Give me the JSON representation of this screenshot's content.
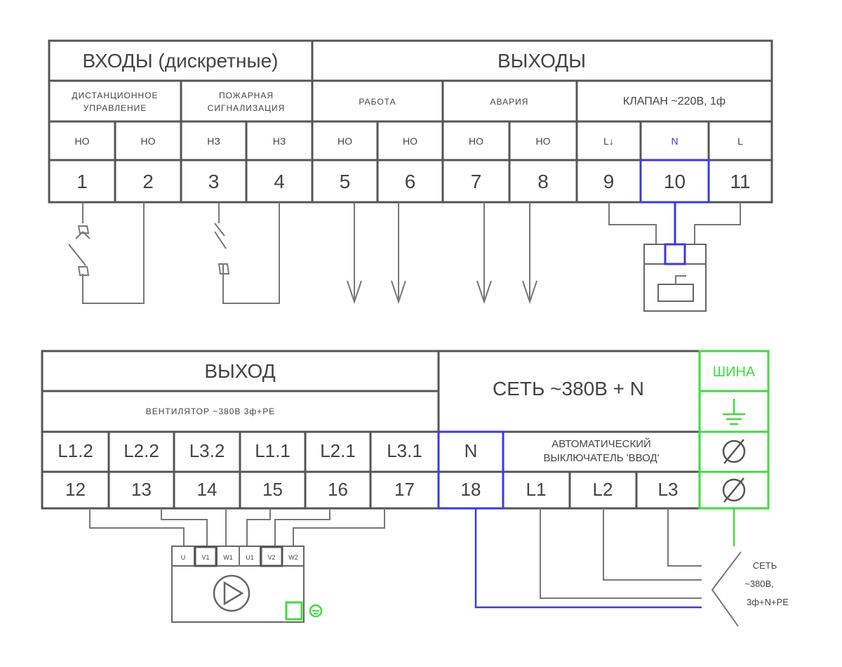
{
  "top": {
    "inputs_header": "ВХОДЫ (дискретные)",
    "outputs_header": "ВЫХОДЫ",
    "groups": [
      "ДИСТАНЦИОННОЕ УПРАВЛЕНИЕ",
      "ПОЖАРНАЯ СИГНАЛИЗАЦИЯ",
      "РАБОТА",
      "АВАРИЯ",
      "КЛАПАН ~220В, 1ф"
    ],
    "contacts": [
      "НО",
      "НО",
      "НЗ",
      "НЗ",
      "НО",
      "НО",
      "НО",
      "НО",
      "L↓",
      "N",
      "L"
    ],
    "terminals": [
      "1",
      "2",
      "3",
      "4",
      "5",
      "6",
      "7",
      "8",
      "9",
      "10",
      "11"
    ]
  },
  "bottom": {
    "output_header": "ВЫХОД",
    "fan_label": "ВЕНТИЛЯТОР ~380В 3ф+PE",
    "network_header": "СЕТЬ ~380В + N",
    "bus_header": "ШИНА",
    "breaker_label": "АВТОМАТИЧЕСКИЙ ВЫКЛЮЧАТЕЛЬ 'ВВОД'",
    "phase_labels": [
      "L1.2",
      "L2.2",
      "L3.2",
      "L1.1",
      "L2.1",
      "L3.1",
      "N"
    ],
    "terminals": [
      "12",
      "13",
      "14",
      "15",
      "16",
      "17",
      "18"
    ],
    "net_phases": [
      "L1",
      "L2",
      "L3"
    ],
    "fan_pins": [
      "U",
      "V1",
      "W1",
      "U1",
      "V2",
      "W2"
    ],
    "external_label": [
      "СЕТЬ",
      "~380В,",
      "3ф+N+PE"
    ]
  },
  "colors": {
    "line": "#555555",
    "neutral": "#3a3ae6",
    "ground": "#3fdc3f"
  }
}
